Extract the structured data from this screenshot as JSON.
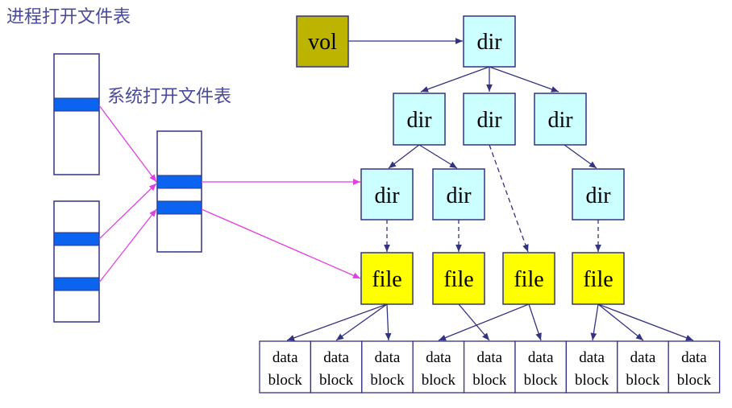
{
  "labels": {
    "process_table": "进程打开文件表",
    "system_table": "系统打开文件表"
  },
  "nodes": {
    "vol": "vol",
    "dir_root": "dir",
    "dir_l2": [
      "dir",
      "dir",
      "dir"
    ],
    "dir_l3": [
      "dir",
      "dir",
      "dir"
    ],
    "files": [
      "file",
      "file",
      "file",
      "file"
    ]
  },
  "data_blocks": [
    [
      "data",
      "block"
    ],
    [
      "data",
      "block"
    ],
    [
      "data",
      "block"
    ],
    [
      "data",
      "block"
    ],
    [
      "data",
      "block"
    ],
    [
      "data",
      "block"
    ],
    [
      "data",
      "block"
    ],
    [
      "data",
      "block"
    ],
    [
      "data",
      "block"
    ]
  ],
  "colors": {
    "vol": "#bdb400",
    "dir": "#ccffff",
    "file": "#ffff00",
    "entry": "#0a64f0",
    "pointer": "#e040e0",
    "stroke": "#333380"
  }
}
